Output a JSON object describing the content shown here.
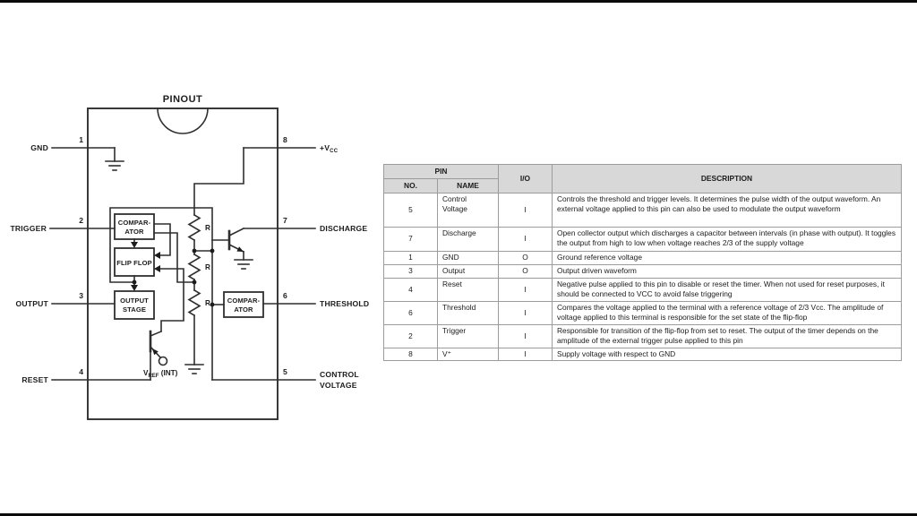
{
  "diagram": {
    "title": "PINOUT",
    "left_pins": [
      {
        "no": "1",
        "label": "GND"
      },
      {
        "no": "2",
        "label": "TRIGGER"
      },
      {
        "no": "3",
        "label": "OUTPUT"
      },
      {
        "no": "4",
        "label": "RESET"
      }
    ],
    "right_pins": [
      {
        "no": "8",
        "label": "+V",
        "sub": "CC"
      },
      {
        "no": "7",
        "label": "DISCHARGE"
      },
      {
        "no": "6",
        "label": "THRESHOLD"
      },
      {
        "no": "5",
        "label": "CONTROL",
        "label2": "VOLTAGE"
      }
    ],
    "blocks": {
      "comparator_top_l1": "COMPAR-",
      "comparator_top_l2": "ATOR",
      "flip_flop": "FLIP FLOP",
      "output_stage_l1": "OUTPUT",
      "output_stage_l2": "STAGE",
      "comparator_right_l1": "COMPAR-",
      "comparator_right_l2": "ATOR"
    },
    "resistors": {
      "r1": "R",
      "r2": "R",
      "r3": "R"
    },
    "vref": {
      "v": "V",
      "sub": "REF",
      "rest": " (INT)"
    }
  },
  "table": {
    "headers": {
      "pin": "PIN",
      "no": "NO.",
      "name": "NAME",
      "io": "I/O",
      "description": "DESCRIPTION"
    },
    "rows": [
      {
        "no": "5",
        "name": "Control Voltage",
        "io": "I",
        "description": "Controls the threshold and trigger levels. It determines the pulse width of the output waveform. An external voltage applied to this pin can also be used to modulate the output waveform"
      },
      {
        "no": "7",
        "name": "Discharge",
        "io": "I",
        "description": "Open collector output which discharges a capacitor between intervals (in phase with output). It toggles the output from high to low when voltage reaches 2/3 of the supply voltage"
      },
      {
        "no": "1",
        "name": "GND",
        "io": "O",
        "description": "Ground reference voltage"
      },
      {
        "no": "3",
        "name": "Output",
        "io": "O",
        "description": "Output driven waveform"
      },
      {
        "no": "4",
        "name": "Reset",
        "io": "I",
        "description": "Negative pulse applied to this pin to disable or reset the timer. When not used for reset purposes, it should be connected to VCC  to avoid false triggering"
      },
      {
        "no": "6",
        "name": "Threshold",
        "io": "I",
        "description": "Compares the voltage applied to the terminal with a reference voltage of 2/3 Vcc. The amplitude of voltage applied to this terminal is responsible for the set state of the flip-flop"
      },
      {
        "no": "2",
        "name": "Trigger",
        "io": "I",
        "description": "Responsible for transition of the flip-flop from set to reset. The output of the timer depends on the amplitude of the external trigger pulse applied to this pin"
      },
      {
        "no": "8",
        "name": "V⁺",
        "io": "I",
        "description": "Supply voltage with respect to GND"
      }
    ]
  },
  "colors": {
    "ink": "#1c1c1c",
    "line": "#2f2f2f",
    "table_border": "#9c9c9c",
    "header_bg": "#d8d8d8"
  }
}
